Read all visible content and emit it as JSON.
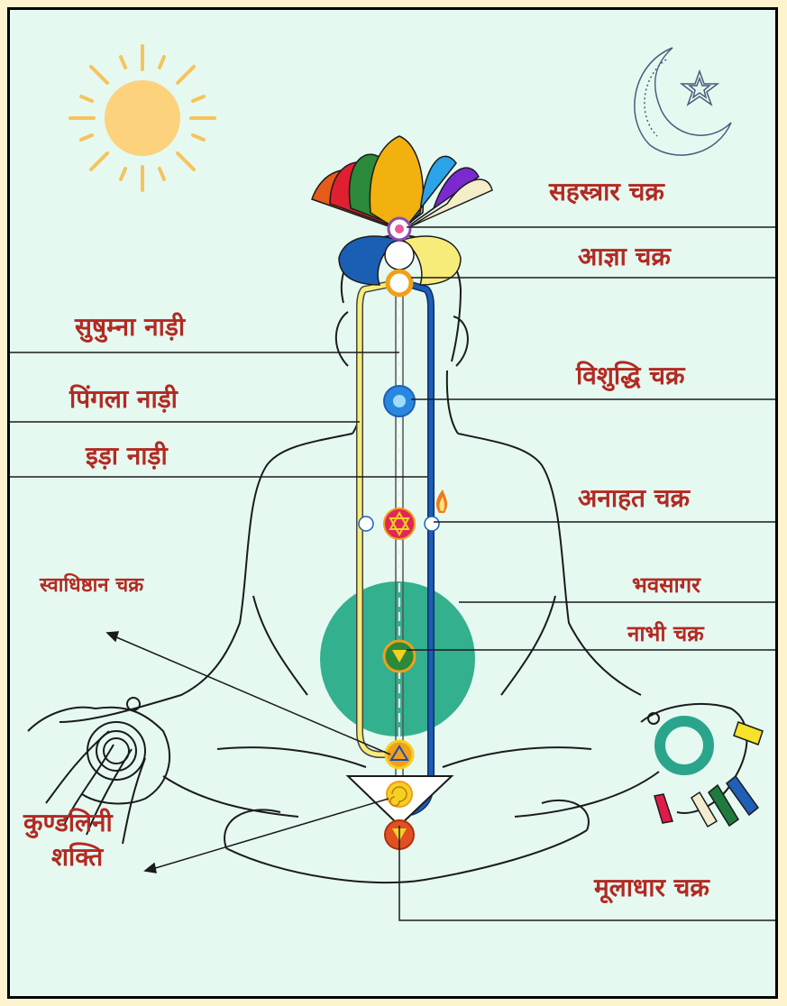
{
  "labels": {
    "sahasrara": "सहस्त्रार चक्र",
    "agya": "आज्ञा चक्र",
    "sushumna": "सुषुम्ना नाड़ी",
    "vishuddhi": "विशुद्धि चक्र",
    "pingala": "पिंगला नाड़ी",
    "ida": "इड़ा नाड़ी",
    "anahat": "अनाहत चक्र",
    "swadhishthan": "स्वाधिष्ठान चक्र",
    "bhavsagar": "भवसागर",
    "nabhi": "नाभी चक्र",
    "kundalini_line1": "कुण्डलिनी",
    "kundalini_line2": "शक्ति",
    "mooladhar": "मूलाधार चक्र"
  },
  "icons": [
    "sun-icon",
    "crescent-moon-star-icon",
    "lotus-icon",
    "candle-flame-icon"
  ],
  "colors": {
    "label_text": "#b22a22",
    "background": "#e5f9f1",
    "outer_border": "#fdf3cf",
    "bhavsagar_green": "#33b08e",
    "pingala_yellow": "#f7ec7a",
    "ida_blue": "#1a5fb4",
    "sun": "#fdd27c"
  }
}
